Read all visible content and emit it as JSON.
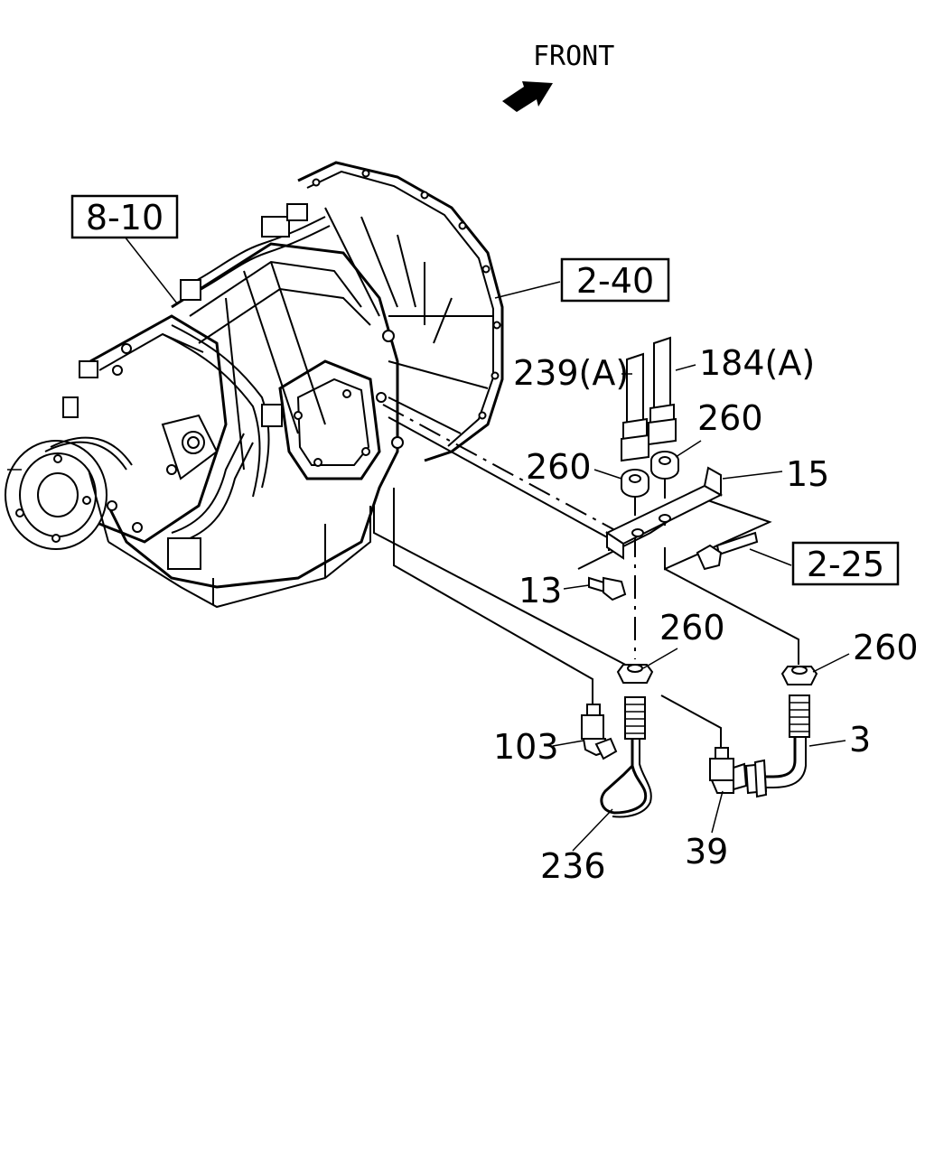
{
  "direction_label": "FRONT",
  "reference_boxes": [
    "8-10",
    "2-40",
    "2-25"
  ],
  "callouts": {
    "c239": "239(A)",
    "c184": "184(A)",
    "c260a": "260",
    "c260b": "260",
    "c260c": "260",
    "c260d": "260",
    "c15": "15",
    "c13": "13",
    "c103": "103",
    "c236": "236",
    "c39": "39",
    "c3": "3"
  },
  "colors": {
    "line": "#000000",
    "background": "#ffffff"
  },
  "icons": [
    "front-arrow-icon"
  ]
}
